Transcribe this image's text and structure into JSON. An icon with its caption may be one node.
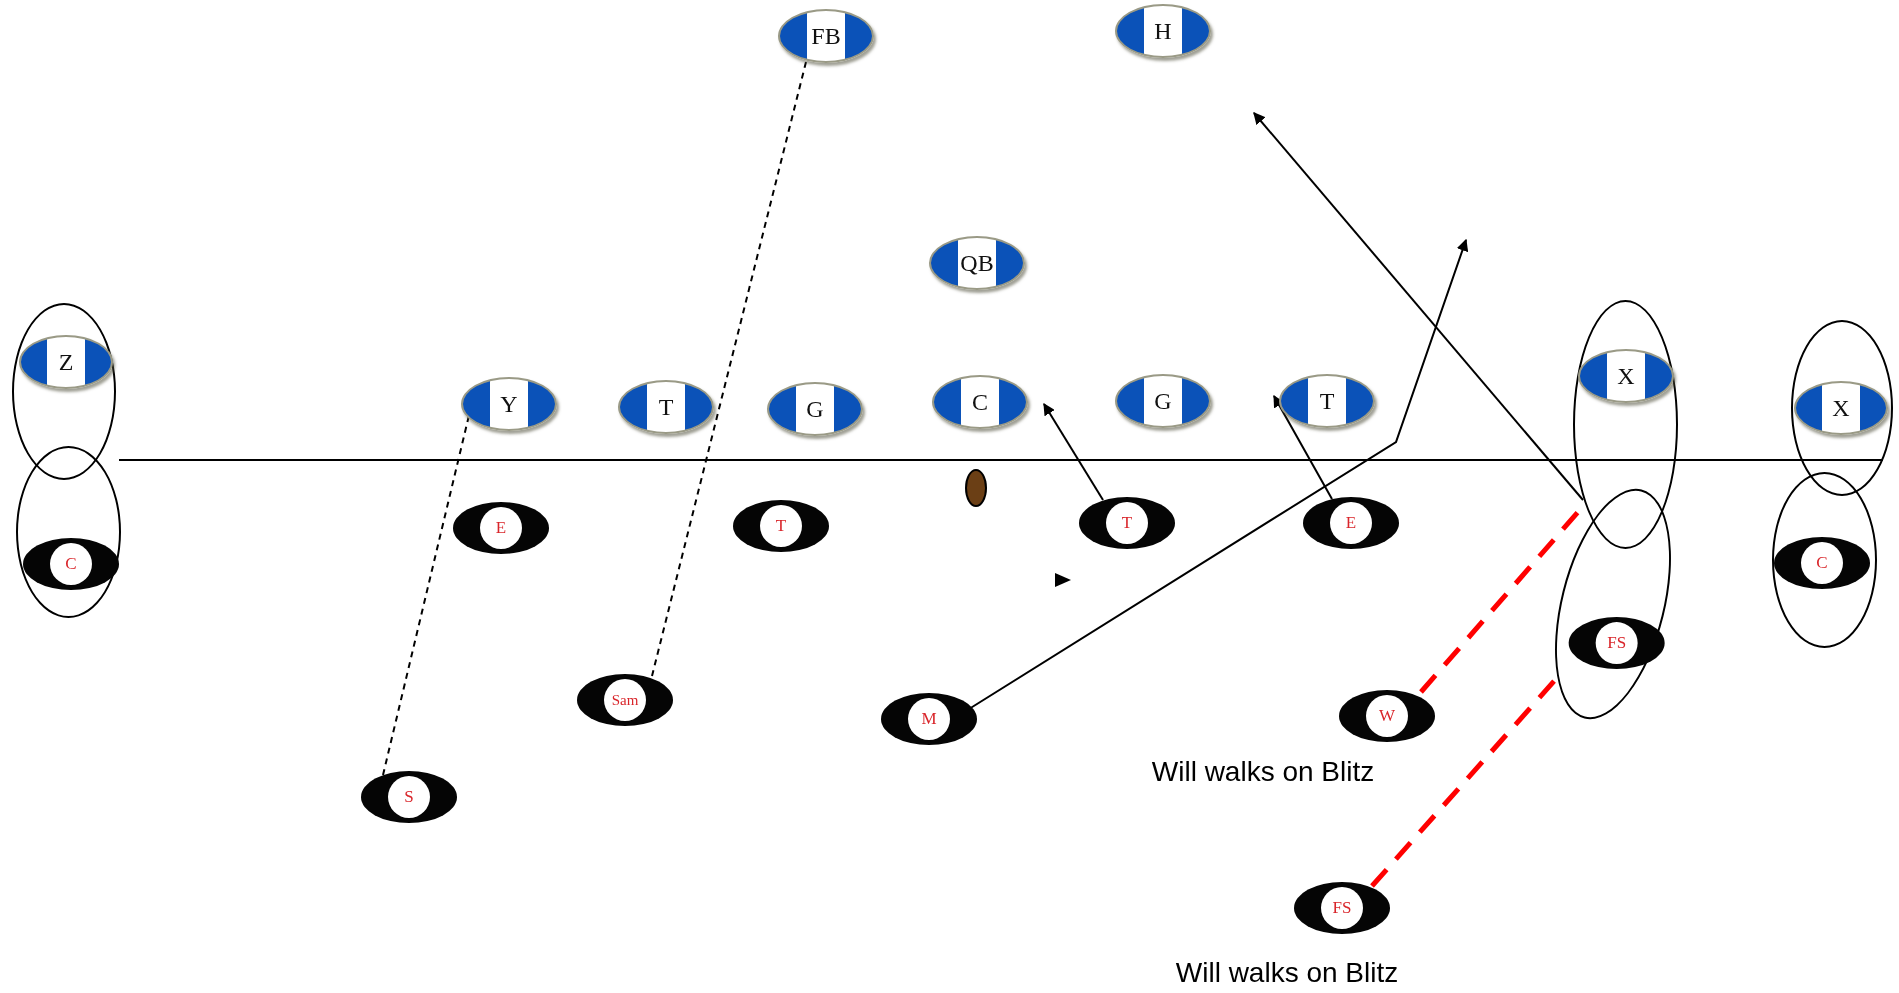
{
  "diagram": {
    "nodes": [
      {
        "text": [
          "FB"
        ]
      },
      {
        "text": [
          "H"
        ]
      },
      {
        "text": [
          "QB"
        ]
      },
      {
        "text": [],
        "shape": "circle"
      },
      {
        "text": [
          "Z"
        ],
        "in": 3
      },
      {
        "text": [
          "Y"
        ]
      },
      {
        "text": [
          "T"
        ]
      },
      {
        "text": [
          "G"
        ]
      },
      {
        "text": [
          "C"
        ]
      },
      {
        "text": [
          "G"
        ]
      },
      {
        "text": [
          "T"
        ]
      },
      {
        "text": [],
        "shape": "circle"
      },
      {
        "text": [
          "X"
        ],
        "in": 11
      },
      {
        "text": [],
        "shape": "circle"
      },
      {
        "text": [
          "X"
        ],
        "in": 13
      },
      {
        "text": [],
        "shape": "circle"
      },
      {
        "text": [
          "C"
        ],
        "in": 15
      },
      {
        "text": [
          "E"
        ]
      },
      {
        "text": [
          "T"
        ]
      },
      {
        "text": [
          "T"
        ]
      },
      {
        "text": [
          "E"
        ]
      },
      {
        "text": [],
        "shape": "circle"
      },
      {
        "text": [
          "C"
        ],
        "in": 21
      },
      {
        "text": [],
        "shape": "circle"
      },
      {
        "text": [
          "FS"
        ],
        "in": 23
      },
      {
        "text": [
          "Sam"
        ]
      },
      {
        "text": [
          "M"
        ]
      },
      {
        "text": [
          "W"
        ],
        "beside": [
          "Will walks on Blitz"
        ]
      },
      {
        "text": [
          "S"
        ]
      },
      {
        "text": [
          "FS"
        ],
        "beside": [
          "Will walks on Blitz"
        ]
      }
    ],
    "edges": [
      {
        "from": 28,
        "to": 5,
        "arrow": "none",
        "style": "dashed"
      },
      {
        "from": 25,
        "to": 0,
        "arrow": "none",
        "style": "dashed"
      },
      {
        "from": 19,
        "to": 8,
        "arrow": "to"
      },
      {
        "from": 20,
        "to": 10,
        "arrow": "to"
      },
      {
        "from": 26,
        "to": null,
        "arrow": "to"
      },
      {
        "from": 11,
        "to": null,
        "arrow": "to"
      },
      {
        "from": 27,
        "to": 11,
        "arrow": "none",
        "style": "dashed",
        "color": "#ff0000"
      },
      {
        "from": 29,
        "to": 23,
        "arrow": "none",
        "style": "dashed",
        "color": "#ff0000"
      }
    ]
  }
}
